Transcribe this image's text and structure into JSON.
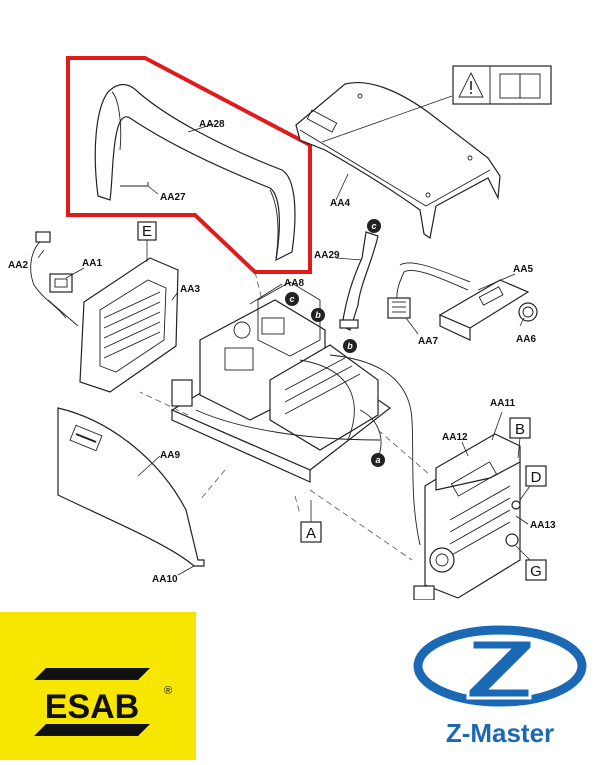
{
  "labels": {
    "aa1": "AA1",
    "aa2": "AA2",
    "aa3": "AA3",
    "aa4": "AA4",
    "aa5": "AA5",
    "aa6": "AA6",
    "aa7": "AA7",
    "aa8": "AA8",
    "aa9": "AA9",
    "aa10": "AA10",
    "aa11": "AA11",
    "aa12": "AA12",
    "aa13": "AA13",
    "aa27": "AA27",
    "aa28": "AA28",
    "aa29": "AA29"
  },
  "boxed_letters": {
    "a": "A",
    "b": "B",
    "d": "D",
    "e": "E",
    "g": "G"
  },
  "circled_letters": {
    "a": "a",
    "b1": "b",
    "b2": "b",
    "c1": "c",
    "c2": "c"
  },
  "colors": {
    "highlight": "#e11b1b",
    "esab_yellow": "#f7e600",
    "zmaster_blue": "#1b68b5"
  },
  "icons": [
    "warning-triangle-icon",
    "manual-book-icon"
  ],
  "logos": {
    "esab": {
      "text": "ESAB",
      "mark": "®"
    },
    "zmaster": {
      "text": "Z-Master"
    }
  }
}
